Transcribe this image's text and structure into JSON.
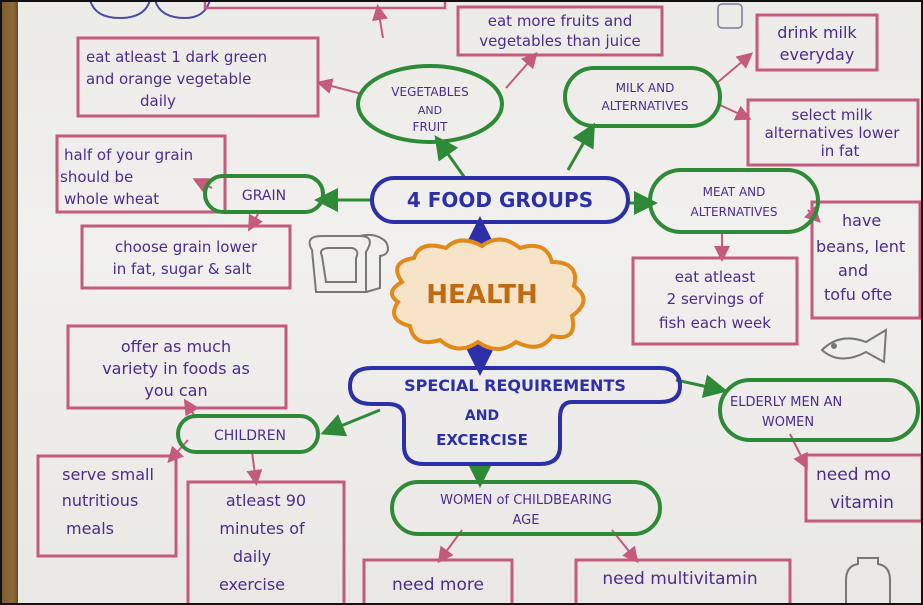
{
  "center": {
    "label": "HEALTH"
  },
  "hub_top": {
    "label": "4 FOOD GROUPS"
  },
  "hub_bottom": {
    "line1": "SPECIAL REQUIREMENTS",
    "line2": "AND",
    "line3": "EXCERCISE"
  },
  "vegetables": {
    "node_line1": "VEGETABLES",
    "node_line2": "AND",
    "node_line3": "FRUIT",
    "note1_line1": "eat more fruits and",
    "note1_line2": "vegetables than juice",
    "note2_line1": "eat atleast 1 dark green",
    "note2_line2": "and orange vegetable",
    "note2_line3": "daily"
  },
  "milk": {
    "node_line1": "MILK AND",
    "node_line2": "ALTERNATIVES",
    "note1_line1": "drink milk",
    "note1_line2": "everyday",
    "note2_line1": "select milk",
    "note2_line2": "alternatives lower",
    "note2_line3": "in fat"
  },
  "grain": {
    "node": "GRAIN",
    "note1_line1": "half of your grain",
    "note1_line2": "should be",
    "note1_line3": "whole wheat",
    "note2_line1": "choose grain lower",
    "note2_line2": "in fat, sugar & salt"
  },
  "meat": {
    "node_line1": "MEAT AND",
    "node_line2": "ALTERNATIVES",
    "note1_line1": "eat atleast",
    "note1_line2": "2 servings of",
    "note1_line3": "fish each week",
    "note2_line1": "have",
    "note2_line2": "beans, lent",
    "note2_line3": "and",
    "note2_line4": "tofu ofte"
  },
  "children": {
    "node": "CHILDREN",
    "note1_line1": "offer as much",
    "note1_line2": "variety in foods as",
    "note1_line3": "you can",
    "note2_line1": "serve small",
    "note2_line2": "nutritious",
    "note2_line3": "meals",
    "note3_line1": "atleast 90",
    "note3_line2": "minutes of",
    "note3_line3": "daily",
    "note3_line4": "exercise"
  },
  "elderly": {
    "node_line1": "ELDERLY MEN AN",
    "node_line2": "WOMEN",
    "note1_line1": "need mo",
    "note1_line2": "vitamin"
  },
  "women": {
    "node_line1": "WOMEN of CHILDBEARING",
    "node_line2": "AGE",
    "note1_line1": "need more",
    "note2_line1": "need multivitamin"
  },
  "colors": {
    "note_border": "#c45a7c",
    "note_text": "#4a2d8c",
    "node_border": "#2f8a37",
    "hub_border": "#2c2fa8",
    "center_border": "#e08a1c"
  }
}
